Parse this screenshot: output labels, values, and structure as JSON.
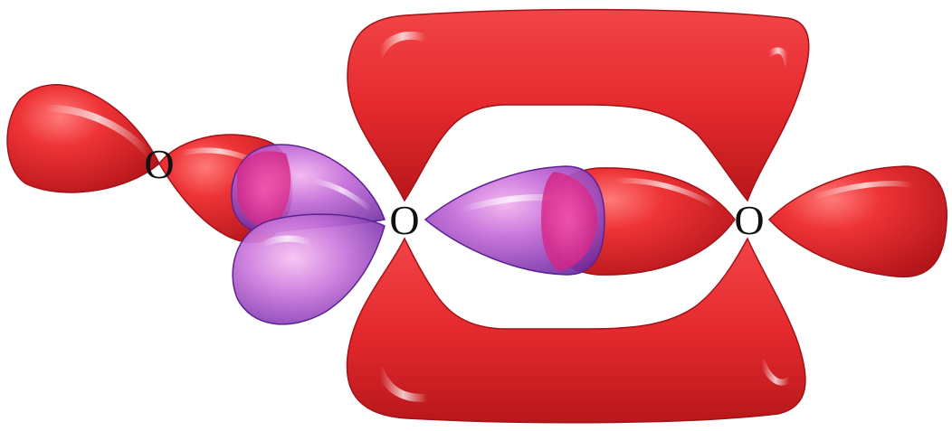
{
  "colors": {
    "red_lobe": "#e8262a",
    "red_lobe_dark": "#b3151a",
    "purple_lobe": "#9b45c8",
    "purple_lobe_dark": "#6d2aa0",
    "label": "#111111"
  },
  "atoms": {
    "left": {
      "label": "O"
    },
    "center": {
      "label": "O"
    },
    "right": {
      "label": "O"
    }
  }
}
